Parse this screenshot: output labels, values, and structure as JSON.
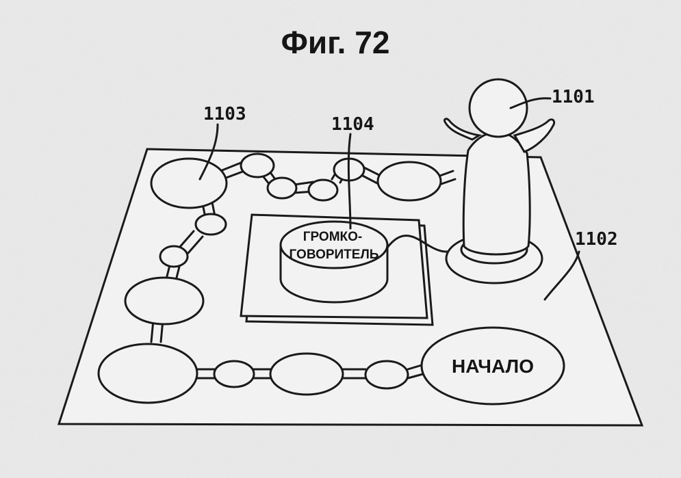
{
  "figure": {
    "title": "Фиг. 72",
    "refs": {
      "figure_piece": "1101",
      "board": "1102",
      "space": "1103",
      "speaker": "1104"
    },
    "speaker_label_line1": "ГРОМКО-",
    "speaker_label_line2": "ГОВОРИТЕЛЬ",
    "start_label": "НАЧАЛО"
  },
  "colors": {
    "ink": "#1a1a1a",
    "paper": "#ececec"
  }
}
